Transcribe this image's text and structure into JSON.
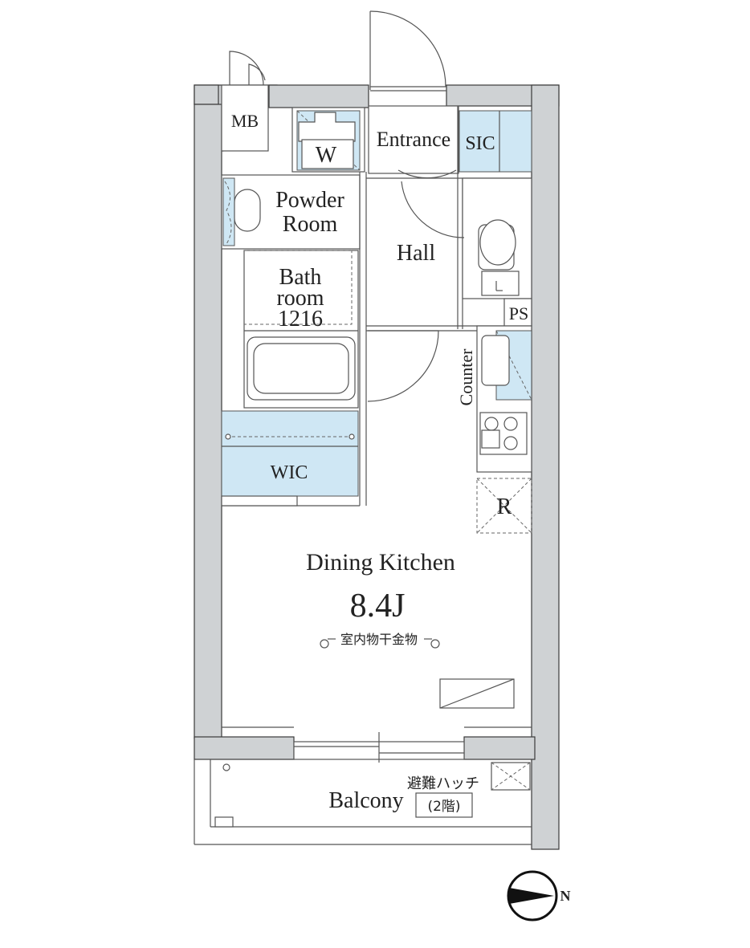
{
  "rooms": {
    "mb": "MB",
    "washer": "W",
    "entrance": "Entrance",
    "sic": "SIC",
    "powder_room_line1": "Powder",
    "powder_room_line2": "Room",
    "hall": "Hall",
    "bathroom_line1": "Bath",
    "bathroom_line2": "room",
    "bathroom_line3": "1216",
    "ps": "PS",
    "counter": "Counter",
    "refrigerator": "R",
    "wic": "WIC",
    "dining_kitchen": "Dining Kitchen",
    "dining_kitchen_size": "8.4J",
    "drying_rack": "室内物干金物",
    "balcony": "Balcony",
    "hatch_line1": "避難ハッチ",
    "hatch_line2": "(2階)"
  },
  "compass": {
    "north_label": "N"
  },
  "colors": {
    "wall": "#cfd2d4",
    "storage_fill": "#cfe7f4",
    "line": "#555555"
  }
}
